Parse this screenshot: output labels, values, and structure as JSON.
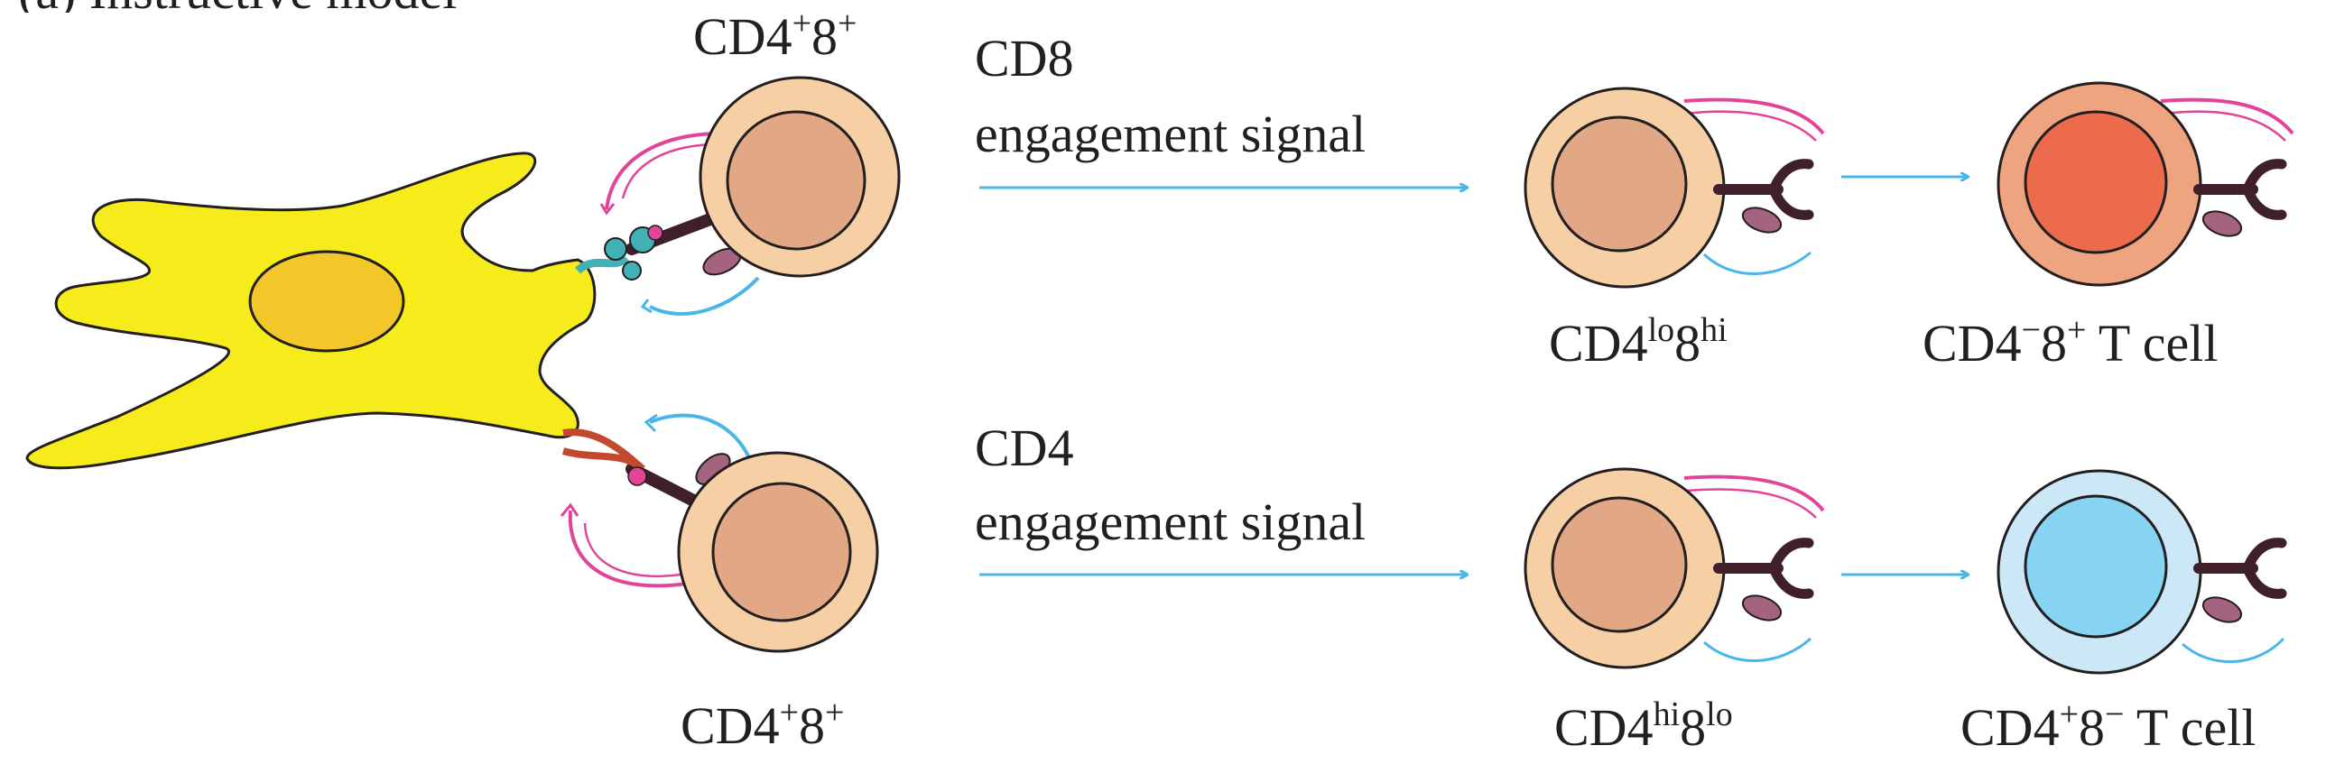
{
  "header": {
    "cut_title": "(a) Instructive model"
  },
  "labels": {
    "top_left_prefix": "CD4",
    "top_left_sup1": "+",
    "top_left_mid": "8",
    "top_left_sup2": "+",
    "bottom_left_prefix": "CD4",
    "bottom_left_sup1": "+",
    "bottom_left_mid": "8",
    "bottom_left_sup2": "+",
    "cd8_title": "CD8",
    "cd8_signal": "engagement signal",
    "cd4_title": "CD4",
    "cd4_signal": "engagement signal",
    "mid_top_prefix": "CD4",
    "mid_top_sup1": "lo",
    "mid_top_mid": "8",
    "mid_top_sup2": "hi",
    "mid_bottom_prefix": "CD4",
    "mid_bottom_sup1": "hi",
    "mid_bottom_mid": "8",
    "mid_bottom_sup2": "lo",
    "final_top_prefix": "CD4",
    "final_top_sup1": "−",
    "final_top_mid": "8",
    "final_top_sup2": "+",
    "final_top_suffix": " T cell",
    "final_bottom_prefix": "CD4",
    "final_bottom_sup1": "+",
    "final_bottom_mid": "8",
    "final_bottom_sup2": "−",
    "final_bottom_suffix": " T cell"
  },
  "colors": {
    "apc_body": "#f6ec1c",
    "apc_nucleus": "#f3c72a",
    "cell_cytoplasm": "#f6cfa4",
    "cell_nucleus": "#e2a886",
    "cd8_final_nucleus": "#ec6b4c",
    "cd8_final_cytoplasm": "#eea47f",
    "cd4_final_nucleus": "#86d3f2",
    "cd4_final_cytoplasm": "#cce8f7",
    "arrow": "#49b5e8",
    "cd8_coreceptor": "#e24597",
    "cd4_coreceptor": "#49b5e8",
    "tcr": "#3f1f2a",
    "mhc1": "#41b1b5",
    "mhc2": "#c2492e",
    "cd_stub": "#a4637f"
  }
}
